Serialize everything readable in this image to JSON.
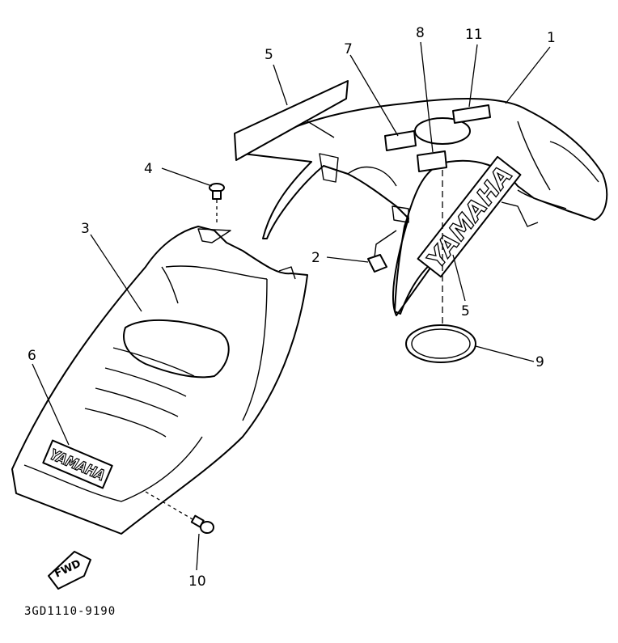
{
  "diagram": {
    "callouts": {
      "c1": "1",
      "c2": "2",
      "c3": "3",
      "c4": "4",
      "c5a": "5",
      "c5b": "5",
      "c6": "6",
      "c7": "7",
      "c8": "8",
      "c9": "9",
      "c10": "10",
      "c11": "11"
    },
    "tank_logo": "YAMAHA",
    "seat_logo": "YAMAHA",
    "fwd_label": "FWD",
    "part_code": "3GD1110-9190"
  }
}
